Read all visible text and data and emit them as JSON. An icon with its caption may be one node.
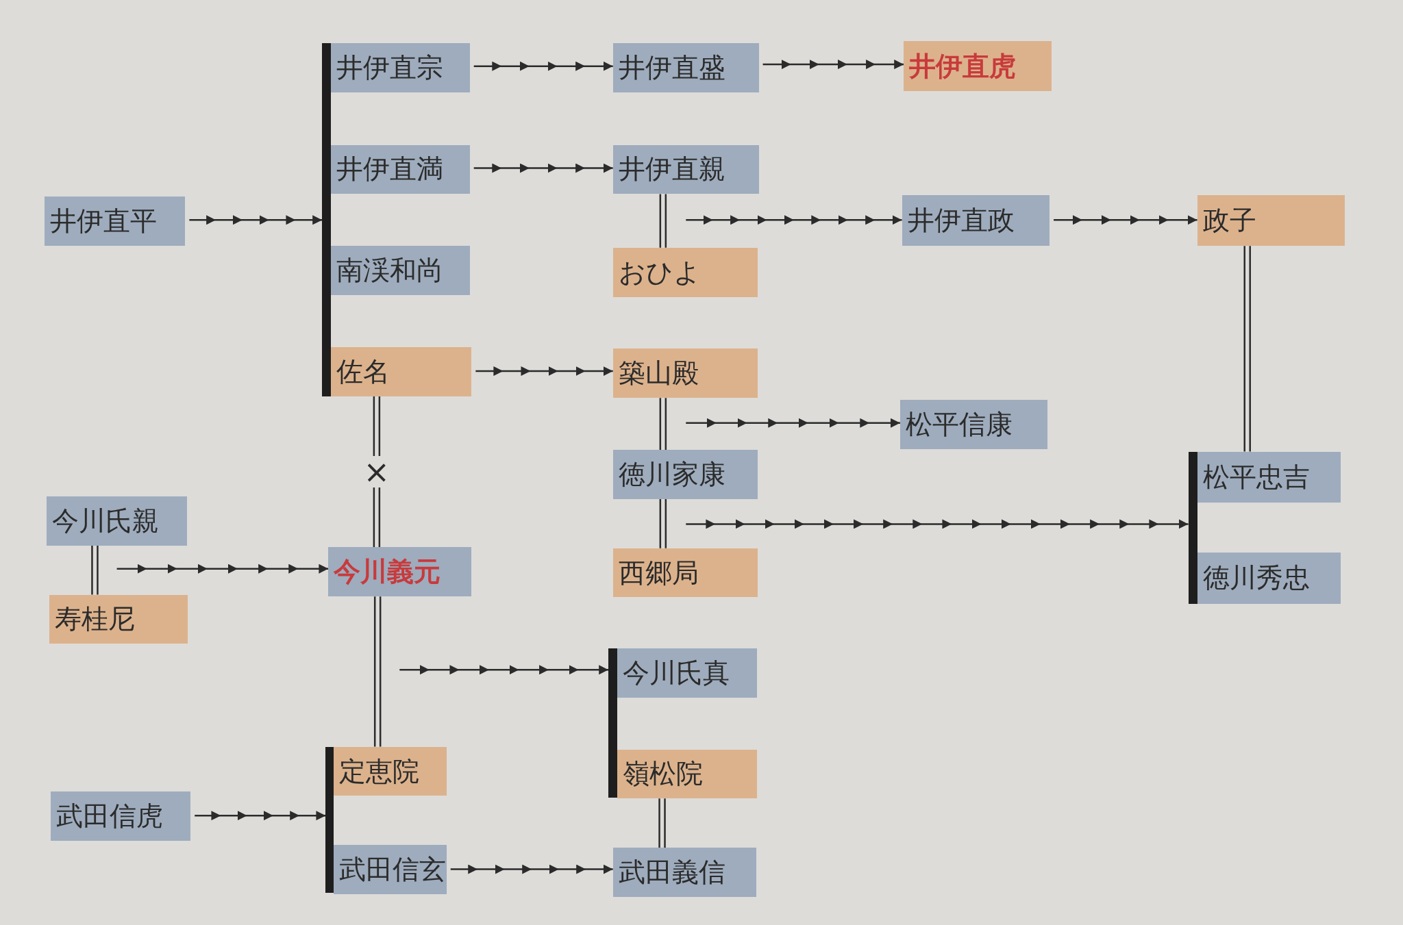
{
  "diagram": {
    "nodes": [
      {
        "text": [
          "井伊直平"
        ]
      },
      {
        "text": [],
        "shape": "bar"
      },
      {
        "text": [
          "井伊直宗"
        ]
      },
      {
        "text": [
          "井伊直満"
        ]
      },
      {
        "text": [
          "南渓和尚"
        ]
      },
      {
        "text": [
          "佐名"
        ]
      },
      {
        "text": [
          "井伊直盛"
        ]
      },
      {
        "text": [
          "井伊直虎"
        ]
      },
      {
        "text": [
          "井伊直親"
        ]
      },
      {
        "text": [
          "おひよ"
        ]
      },
      {
        "text": [
          "井伊直政"
        ]
      },
      {
        "text": [
          "政子"
        ]
      },
      {
        "text": [
          "築山殿"
        ]
      },
      {
        "text": [
          "松平信康"
        ]
      },
      {
        "text": [
          "徳川家康"
        ]
      },
      {
        "text": [
          "西郷局"
        ]
      },
      {
        "text": [],
        "shape": "bar"
      },
      {
        "text": [
          "松平忠吉"
        ]
      },
      {
        "text": [
          "徳川秀忠"
        ]
      },
      {
        "text": [
          "今川氏親"
        ]
      },
      {
        "text": [
          "寿桂尼"
        ]
      },
      {
        "text": [
          "今川義元"
        ]
      },
      {
        "text": [],
        "shape": "bar"
      },
      {
        "text": [
          "今川氏真"
        ]
      },
      {
        "text": [
          "嶺松院"
        ]
      },
      {
        "text": [],
        "shape": "bar"
      },
      {
        "text": [
          "定恵院"
        ]
      },
      {
        "text": [
          "武田信玄"
        ]
      },
      {
        "text": [
          "武田信虎"
        ]
      },
      {
        "text": [
          "武田義信"
        ]
      }
    ],
    "edges": [
      {
        "from": 0,
        "to": 1,
        "arrow": "to"
      },
      {
        "from": 2,
        "to": 6,
        "arrow": "to"
      },
      {
        "from": 6,
        "to": 7,
        "arrow": "to"
      },
      {
        "from": 3,
        "to": 8,
        "arrow": "to"
      },
      {
        "from": 8,
        "to": 9,
        "arrow": "none"
      },
      {
        "from": null,
        "to": 10,
        "arrow": "to"
      },
      {
        "from": 10,
        "to": 11,
        "arrow": "to"
      },
      {
        "from": 11,
        "to": 17,
        "arrow": "none"
      },
      {
        "from": 5,
        "to": 12,
        "arrow": "to"
      },
      {
        "from": 5,
        "to": 21,
        "label": "×",
        "arrow": "none"
      },
      {
        "from": 12,
        "to": 14,
        "arrow": "none"
      },
      {
        "from": null,
        "to": 13,
        "arrow": "to"
      },
      {
        "from": 14,
        "to": 15,
        "arrow": "none"
      },
      {
        "from": null,
        "to": 16,
        "arrow": "to"
      },
      {
        "from": 19,
        "to": 20,
        "arrow": "none"
      },
      {
        "from": null,
        "to": 21,
        "arrow": "to"
      },
      {
        "from": 21,
        "to": 26,
        "arrow": "none"
      },
      {
        "from": null,
        "to": 22,
        "arrow": "to"
      },
      {
        "from": 28,
        "to": 25,
        "arrow": "to"
      },
      {
        "from": 27,
        "to": 29,
        "arrow": "to"
      },
      {
        "from": 24,
        "to": 29,
        "arrow": "none"
      }
    ]
  }
}
